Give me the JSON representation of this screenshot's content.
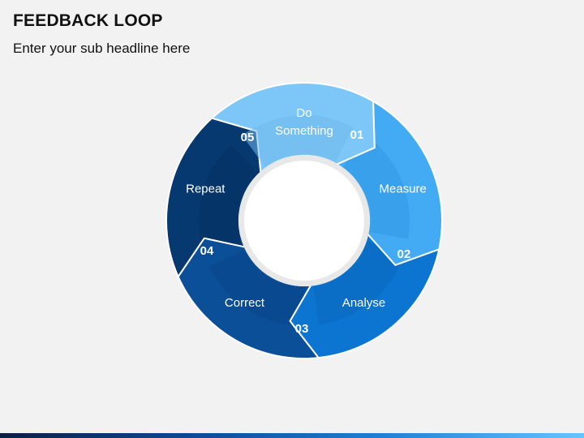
{
  "header": {
    "title": "FEEDBACK LOOP",
    "subtitle": "Enter your sub headline here"
  },
  "cycle": {
    "steps": [
      {
        "number": "01",
        "label_lines": [
          "Do",
          "Something"
        ],
        "color": "#7cc7f7",
        "inner_color": "#6fb8ec"
      },
      {
        "number": "02",
        "label_lines": [
          "Measure"
        ],
        "color": "#42abf3",
        "inner_color": "#3399e4"
      },
      {
        "number": "03",
        "label_lines": [
          "Analyse"
        ],
        "color": "#0c74d1",
        "inner_color": "#0a67be"
      },
      {
        "number": "04",
        "label_lines": [
          "Correct"
        ],
        "color": "#0b4f99",
        "inner_color": "#0a4688"
      },
      {
        "number": "05",
        "label_lines": [
          "Repeat"
        ],
        "color": "#06396f",
        "inner_color": "#053262"
      }
    ],
    "center_color": "#ffffff"
  },
  "theme": {
    "bar_colors": [
      "#0a1f44",
      "#1e7fd6",
      "#66c4ff"
    ]
  }
}
